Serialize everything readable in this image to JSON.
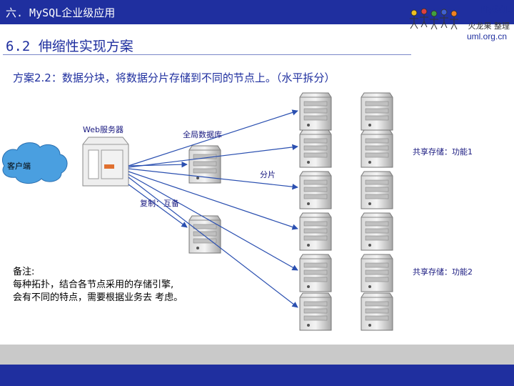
{
  "header": {
    "title": "六. MySQL企业级应用",
    "brand": "MySQL",
    "logo_sub": "火龙果 整理",
    "logo_url": "uml.org.cn"
  },
  "section_title": "6.2 伸缩性实现方案",
  "subtitle": "方案2.2：数据分块，将数据分片存储到不同的节点上。（水平拆分）",
  "diagram": {
    "client_label": "客户端",
    "web_server_label": "Web服务器",
    "global_data_label": "全局数据库",
    "shard_label": "分片",
    "replication_label": "复制：互备",
    "shared_storage_1": "共享存储：功能1",
    "shared_storage_2": "共享存储：功能2"
  },
  "note": {
    "line1": "备注:",
    "line2": "每种拓扑，结合各节点采用的存储引擎,",
    "line3": "会有不同的特点，需要根据业务去 考虑。"
  },
  "colors": {
    "primary": "#1f2f9f",
    "arrow": "#2a4fb0",
    "client_cloud": "#4a9fe0"
  }
}
